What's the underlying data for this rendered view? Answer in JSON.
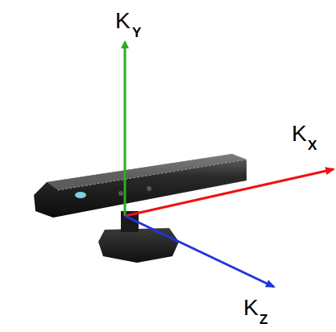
{
  "diagram": {
    "labels": [
      "K",
      "Y",
      "K",
      "X",
      "K",
      "Z"
    ]
  }
}
